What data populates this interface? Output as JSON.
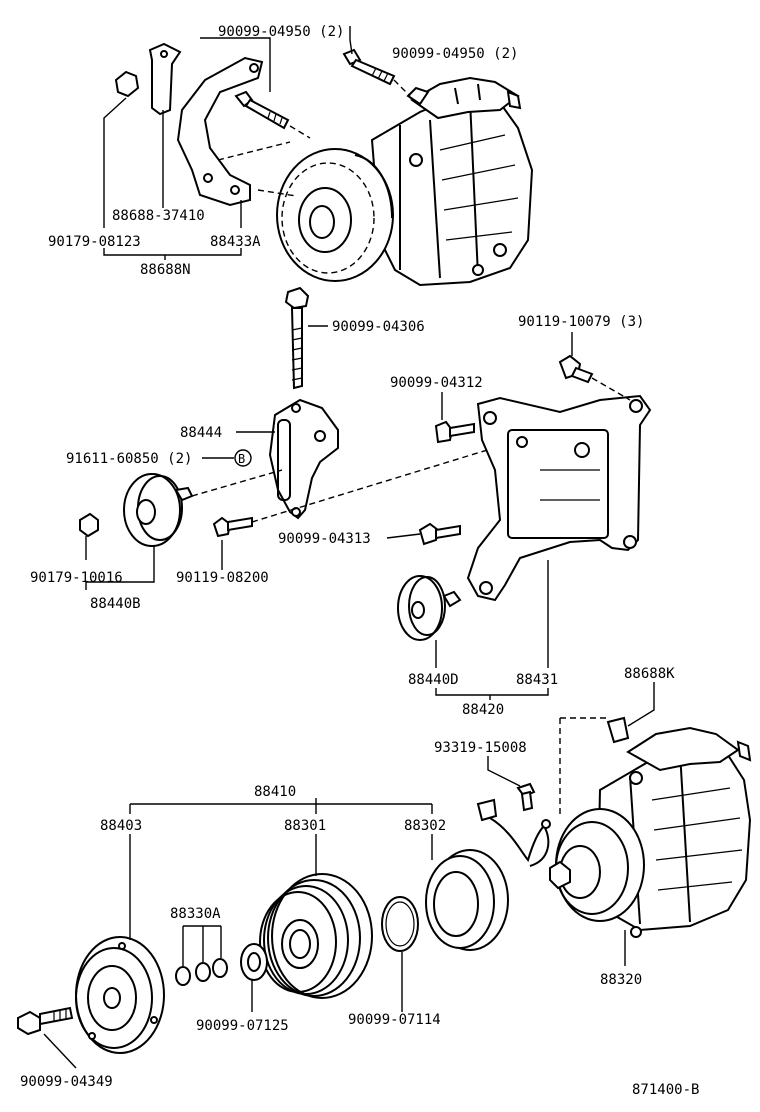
{
  "labels": {
    "bolt_top_center": "90099-04950 (2)",
    "bolt_top_right": "90099-04950 (2)",
    "bracket_part": "88688-37410",
    "nut_top": "90179-08123",
    "bracket_a": "88433A",
    "bracket_assy_n": "88688N",
    "bolt_long": "90099-04306",
    "bolt_bracket_3": "90119-10079 (3)",
    "bolt_04312": "90099-04312",
    "tensioner": "88444",
    "nut_b": "91611-60850 (2)",
    "ref_b": "B",
    "nut_10016": "90179-10016",
    "bolt_08200": "90119-08200",
    "idler_b": "88440B",
    "bolt_04313": "90099-04313",
    "idler_d": "88440D",
    "bracket_88431": "88431",
    "bracket_assy_88420": "88420",
    "clip_k": "88688K",
    "screw_15008": "93319-15008",
    "clutch_assy": "88410",
    "pressure_plate": "88403",
    "pulley": "88301",
    "stator": "88302",
    "shim": "88330A",
    "ring_07125": "90099-07125",
    "snap_ring": "90099-07114",
    "compressor": "88320",
    "bolt_04349": "90099-04349",
    "figure_code": "871400-B"
  }
}
